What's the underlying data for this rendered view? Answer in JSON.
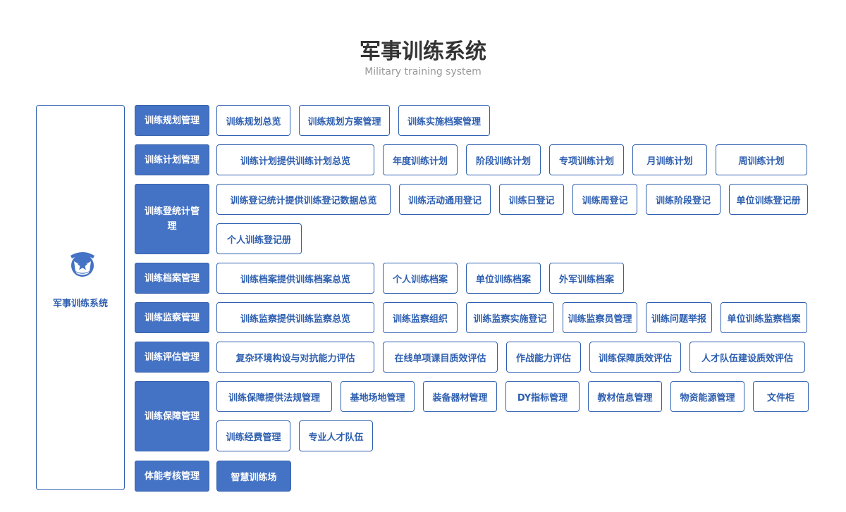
{
  "header": {
    "title": "军事训练系统",
    "subtitle": "Military training system"
  },
  "system": {
    "label": "军事训练系统",
    "icon": "shield-star-icon"
  },
  "colors": {
    "primary": "#4472c4",
    "border": "#2e5fb0",
    "title": "#333333",
    "subtitle": "#999999"
  },
  "categories": [
    {
      "label": "训练规划管理",
      "items": [
        "训练规划总览",
        "训练规划方案管理",
        "训练实施档案管理"
      ]
    },
    {
      "label": "训练计划管理",
      "items": [
        "训练计划提供训练计划总览",
        "年度训练计划",
        "阶段训练计划",
        "专项训练计划",
        "月训练计划",
        "周训练计划"
      ]
    },
    {
      "label": "训练登统计管理",
      "items": [
        "训练登记统计提供训练登记数据总览",
        "训练活动通用登记",
        "训练日登记",
        "训练周登记",
        "训练阶段登记",
        "单位训练登记册",
        "个人训练登记册"
      ]
    },
    {
      "label": "训练档案管理",
      "items": [
        "训练档案提供训练档案总览",
        "个人训练档案",
        "单位训练档案",
        "外军训练档案"
      ]
    },
    {
      "label": "训练监察管理",
      "items": [
        "训练监察提供训练监察总览",
        "训练监察组织",
        "训练监察实施登记",
        "训练监察员管理",
        "训练问题举报",
        "单位训练监察档案"
      ]
    },
    {
      "label": "训练评估管理",
      "items": [
        "复杂环境构设与对抗能力评估",
        "在线单项课目质效评估",
        "作战能力评估",
        "训练保障质效评估",
        "人才队伍建设质效评估"
      ]
    },
    {
      "label": "训练保障管理",
      "items": [
        "训练保障提供法规管理",
        "基地场地管理",
        "装备器材管理",
        "DY指标管理",
        "教材信息管理",
        "物资能源管理",
        "文件柜",
        "训练经费管理",
        "专业人才队伍"
      ]
    },
    {
      "label": "体能考核管理",
      "items": [
        "智慧训练场"
      ]
    }
  ]
}
